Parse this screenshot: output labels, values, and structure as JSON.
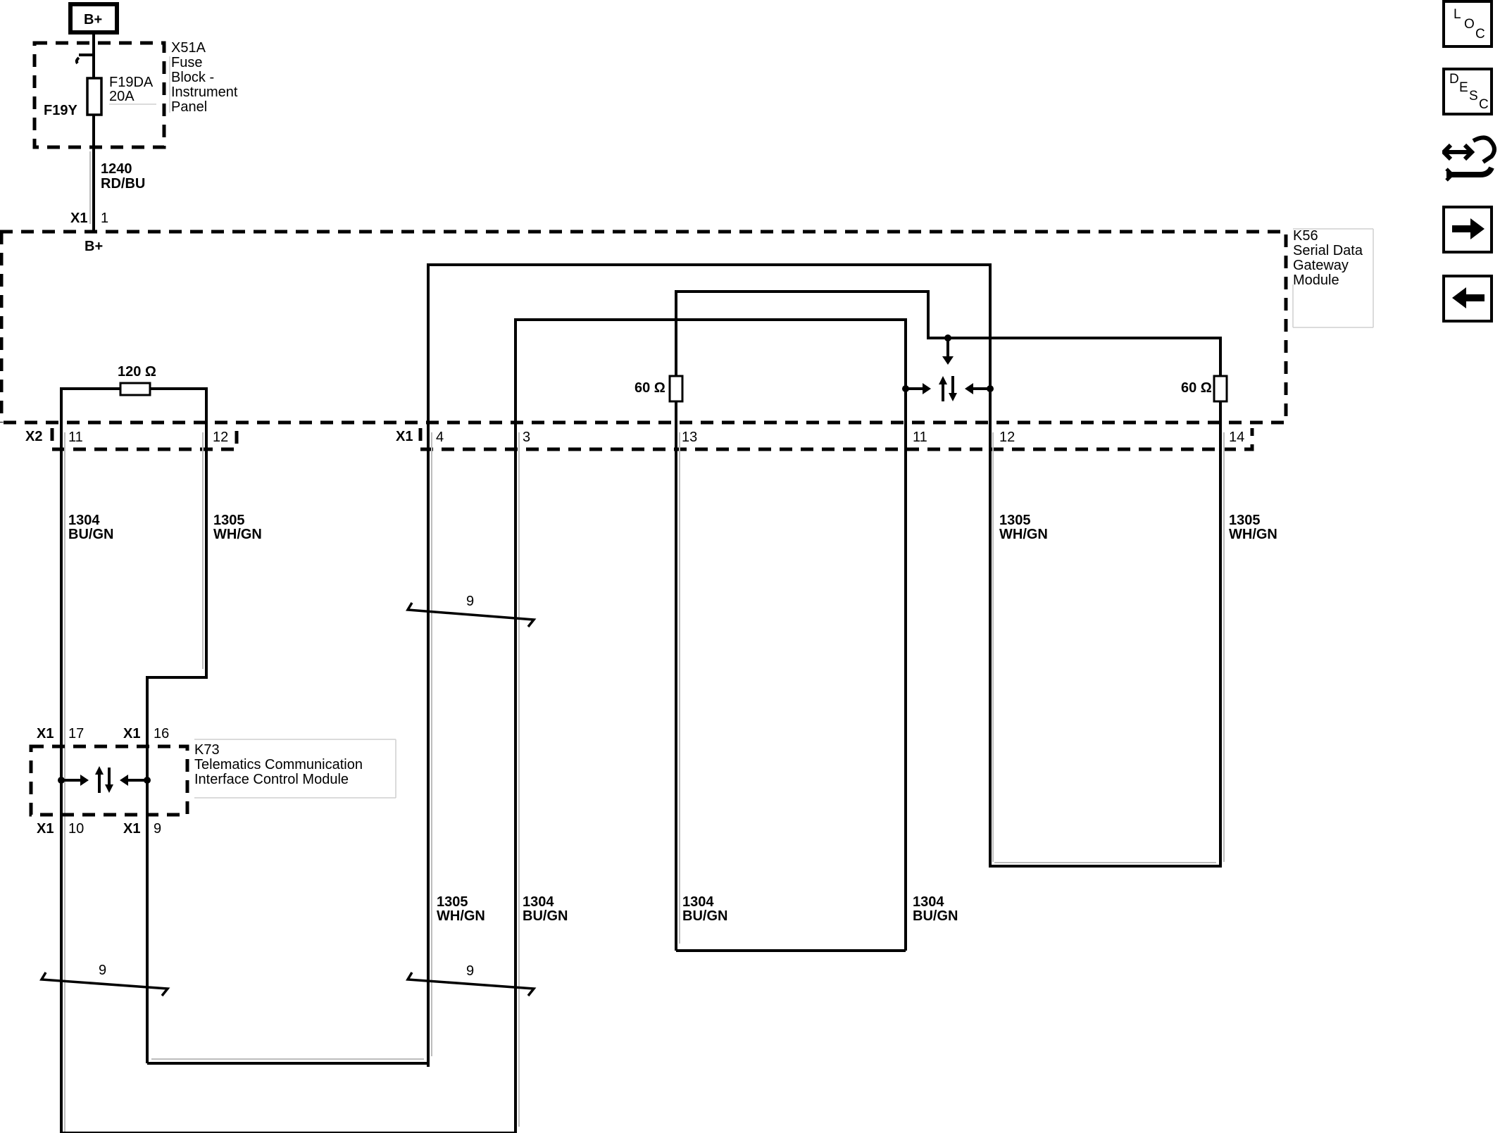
{
  "power_source": {
    "label": "B+"
  },
  "fuse_block": {
    "connector_label": "X51A",
    "title_lines": [
      "Fuse",
      "Block -",
      "Instrument",
      "Panel"
    ],
    "fuse_id": "F19DA",
    "fuse_rating": "20A",
    "feed_id": "F19Y"
  },
  "feed_wire": {
    "circuit": "1240",
    "color": "RD/BU"
  },
  "gateway_module": {
    "connector": "X1",
    "pin": "1",
    "supply_label": "B+",
    "title_lines": [
      "K56",
      "Serial Data",
      "Gateway",
      "Module"
    ],
    "resistor_left": "120 Ω",
    "resistor_mid": "60 Ω",
    "resistor_right": "60 Ω",
    "x2_connector": "X2",
    "x2_pins": [
      "11",
      "12"
    ],
    "x1_connector": "X1",
    "x1_pins": [
      "4",
      "3",
      "13",
      "11",
      "12",
      "14"
    ]
  },
  "wires": {
    "w_1304_left": {
      "circuit": "1304",
      "color": "BU/GN"
    },
    "w_1305_left": {
      "circuit": "1305",
      "color": "WH/GN"
    },
    "w_1305_mid": {
      "circuit": "1305",
      "color": "WH/GN"
    },
    "w_1304_mid": {
      "circuit": "1304",
      "color": "BU/GN"
    },
    "w_1304_c": {
      "circuit": "1304",
      "color": "BU/GN"
    },
    "w_1304_d": {
      "circuit": "1304",
      "color": "BU/GN"
    },
    "w_1305_e": {
      "circuit": "1305",
      "color": "WH/GN"
    },
    "w_1305_f": {
      "circuit": "1305",
      "color": "WH/GN"
    }
  },
  "breaks": {
    "label": "9"
  },
  "telematics_module": {
    "title_lines": [
      "K73",
      "Telematics Communication",
      "Interface Control Module"
    ],
    "connector": "X1",
    "pin_top_left": "17",
    "pin_top_right": "16",
    "pin_bottom_left": "10",
    "pin_bottom_right": "9"
  },
  "nav": {
    "loc": [
      "L",
      "O",
      "C"
    ],
    "desc": [
      "D",
      "E",
      "S",
      "C"
    ],
    "connector_icon": "connector-repair-icon",
    "next_icon": "arrow-right-icon",
    "prev_icon": "arrow-left-icon"
  }
}
